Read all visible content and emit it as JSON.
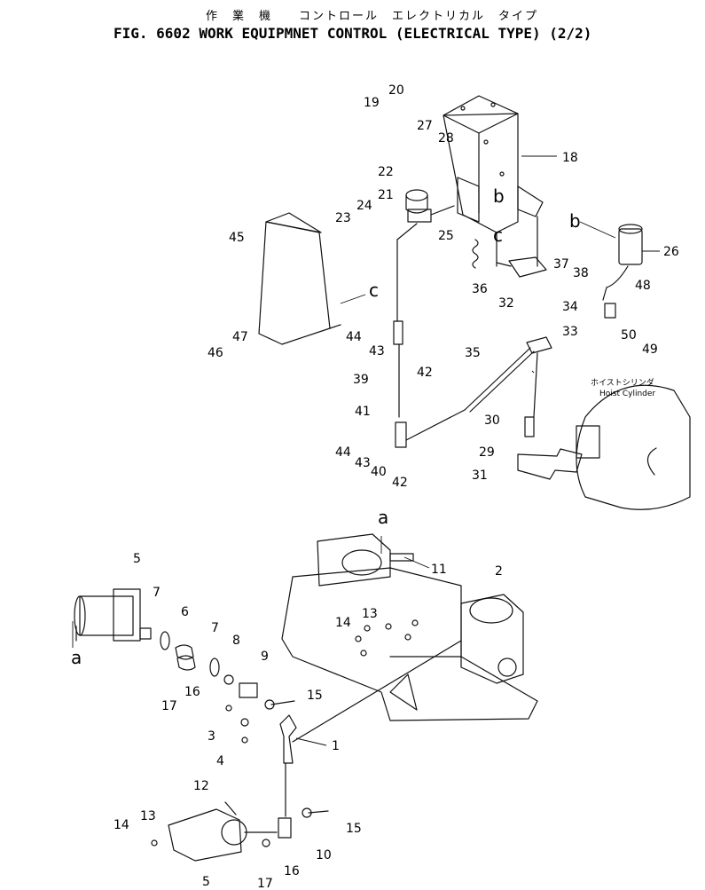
{
  "header": {
    "subtitle_jp": "作　業　機　　コントロール　エレクトリカル　タイプ",
    "title": "FIG. 6602  WORK  EQUIPMNET  CONTROL  (ELECTRICAL  TYPE)  (2/2)"
  },
  "annotation": {
    "hoist_jp": "ホイストシリンダ",
    "hoist_en": "Hoist Cylinder"
  },
  "callout_letters": {
    "a_top": "a",
    "a_left": "a",
    "b_bracket": "b",
    "b_pointer": "b",
    "c_bracket": "c",
    "c_shield": "c"
  },
  "part_numbers": {
    "p1": "1",
    "p2": "2",
    "p3": "3",
    "p4": "4",
    "p5_top": "5",
    "p5_bottom": "5",
    "p6": "6",
    "p7a": "7",
    "p7b": "7",
    "p8": "8",
    "p9": "9",
    "p10": "10",
    "p11": "11",
    "p12": "12",
    "p13a": "13",
    "p13b": "13",
    "p14a": "14",
    "p14b": "14",
    "p15a": "15",
    "p15b": "15",
    "p16a": "16",
    "p16b": "16",
    "p17a": "17",
    "p17b": "17",
    "p18": "18",
    "p19": "19",
    "p20": "20",
    "p21": "21",
    "p22": "22",
    "p23": "23",
    "p24": "24",
    "p25": "25",
    "p26": "26",
    "p27": "27",
    "p28": "28",
    "p29": "29",
    "p30": "30",
    "p31": "31",
    "p32": "32",
    "p33": "33",
    "p34": "34",
    "p35": "35",
    "p36": "36",
    "p37": "37",
    "p38": "38",
    "p39": "39",
    "p40": "40",
    "p41": "41",
    "p42a": "42",
    "p42b": "42",
    "p43a": "43",
    "p43b": "43",
    "p44a": "44",
    "p44b": "44",
    "p45": "45",
    "p46": "46",
    "p47": "47",
    "p48": "48",
    "p49": "49",
    "p50": "50"
  },
  "colors": {
    "ink": "#111111",
    "paper": "#ffffff"
  }
}
